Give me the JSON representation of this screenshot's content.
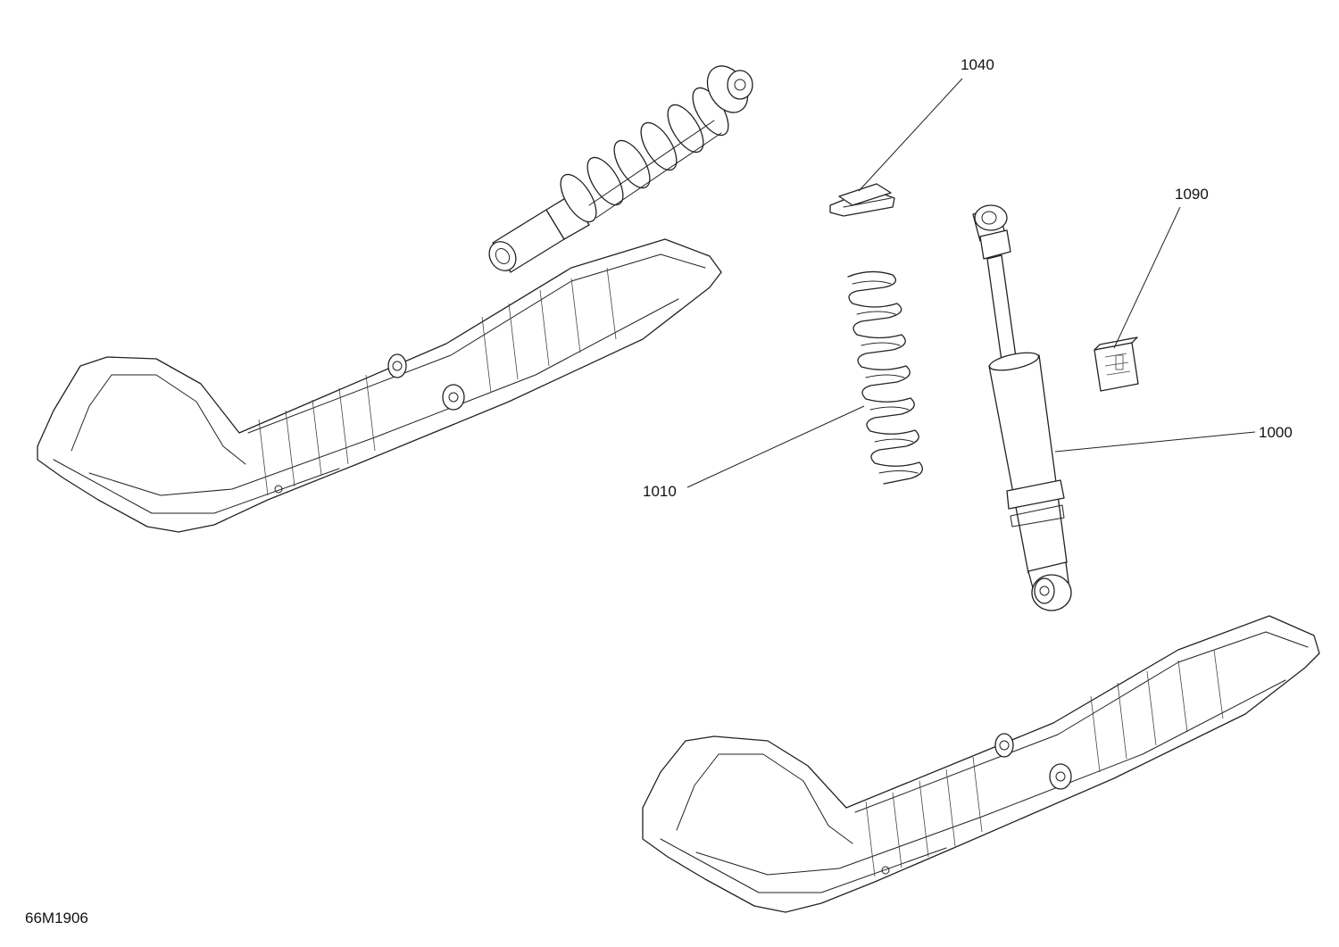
{
  "figure_code": "66M1906",
  "callouts": [
    {
      "id": "1040",
      "label": "1040"
    },
    {
      "id": "1090",
      "label": "1090"
    },
    {
      "id": "1000",
      "label": "1000"
    },
    {
      "id": "1010",
      "label": "1010"
    }
  ],
  "colors": {
    "line": "#222222",
    "background": "#ffffff"
  }
}
